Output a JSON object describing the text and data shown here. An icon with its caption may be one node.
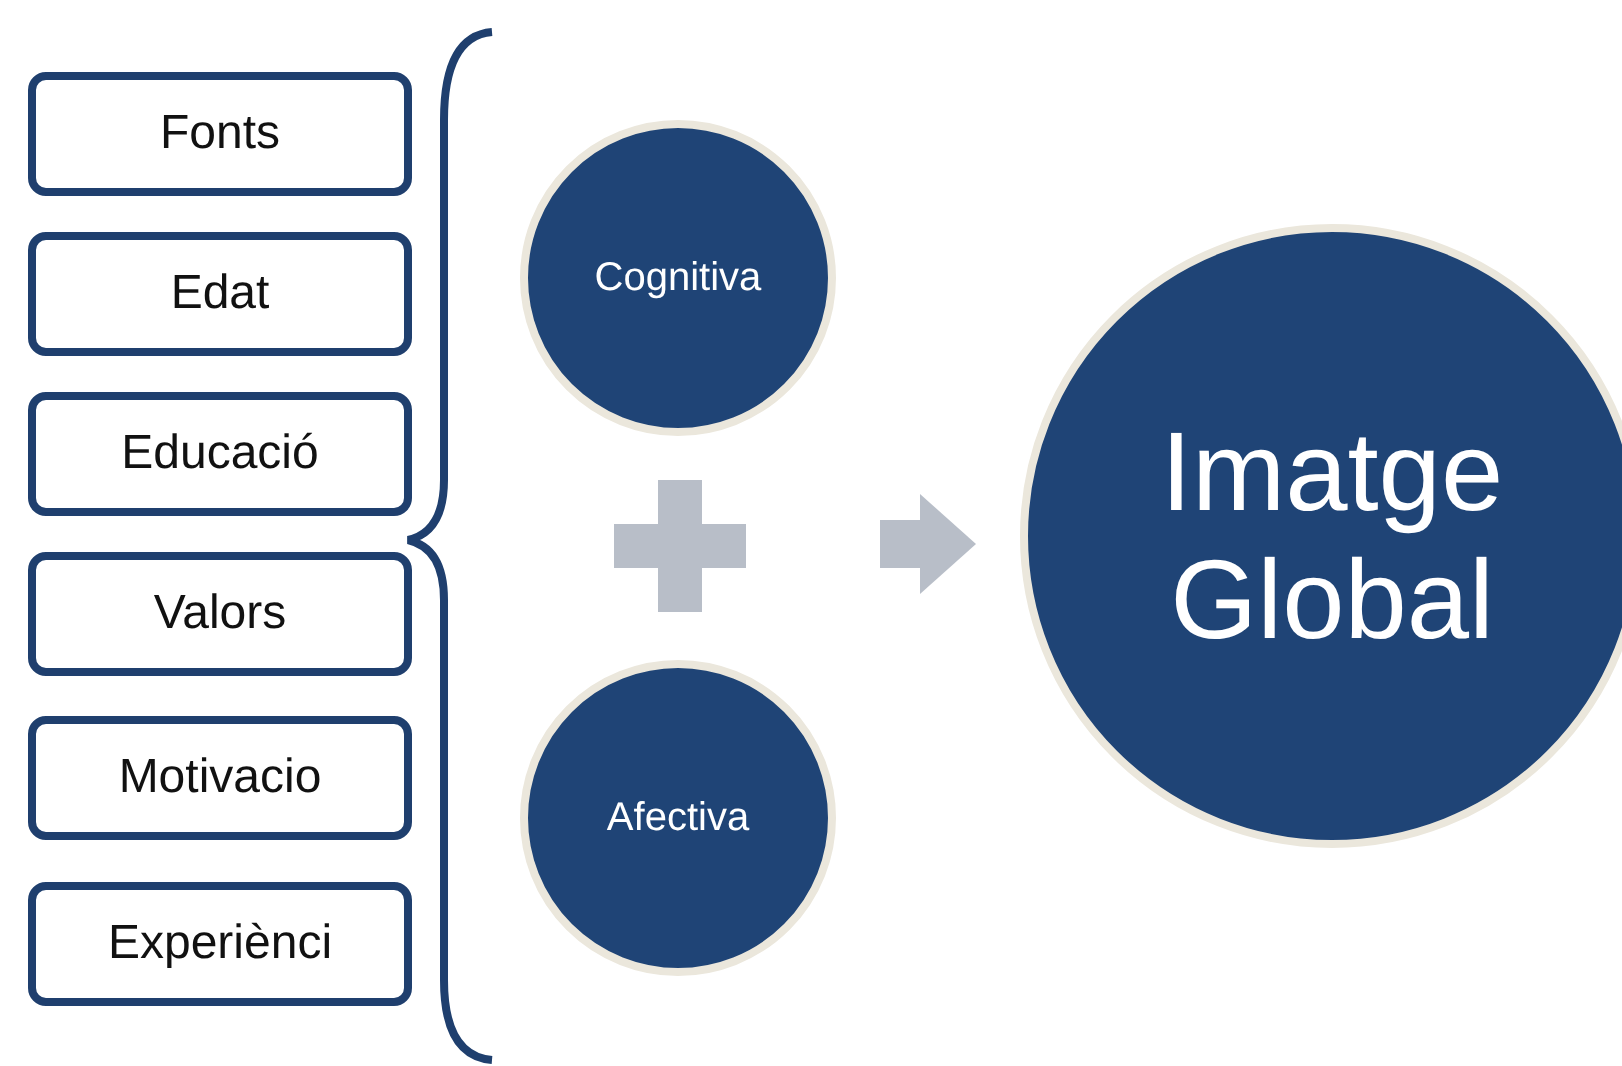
{
  "diagram": {
    "nodes": [
      {
        "text": [
          "Fonts"
        ]
      },
      {
        "text": [
          "Edat"
        ]
      },
      {
        "text": [
          "Educació"
        ]
      },
      {
        "text": [
          "Valors"
        ]
      },
      {
        "text": [
          "Motivacio"
        ]
      },
      {
        "text": [
          "Experiènci"
        ]
      },
      {
        "text": [
          "Cognitiva"
        ]
      },
      {
        "text": [
          "Afectiva"
        ]
      },
      {
        "text": [
          "Imatge Global"
        ]
      }
    ],
    "edges": [
      {
        "from": null,
        "to": 8,
        "arrow": "to",
        "color": "#b8bec8"
      }
    ]
  }
}
